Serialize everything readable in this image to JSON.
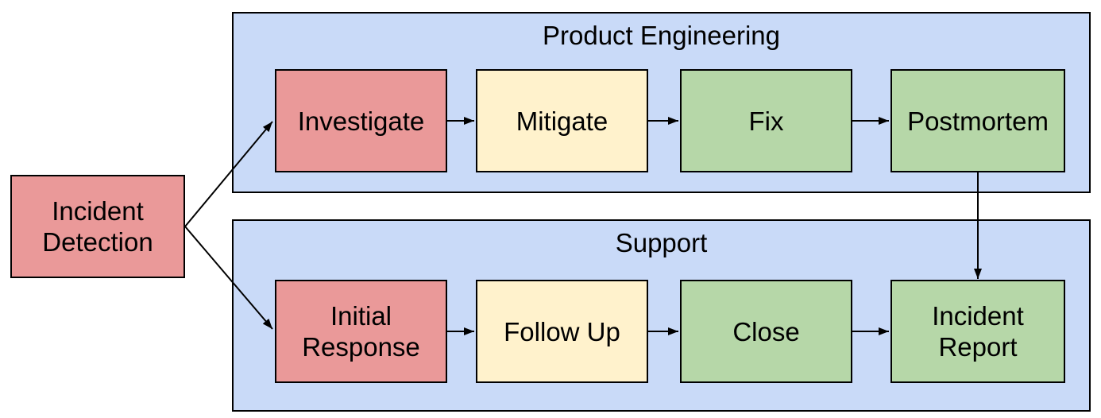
{
  "diagram": {
    "start": {
      "label": "Incident Detection",
      "color": "red"
    },
    "lanes": [
      {
        "title": "Product Engineering",
        "boxes": [
          {
            "label": "Investigate",
            "color": "red"
          },
          {
            "label": "Mitigate",
            "color": "yellow"
          },
          {
            "label": "Fix",
            "color": "green"
          },
          {
            "label": "Postmortem",
            "color": "green"
          }
        ]
      },
      {
        "title": "Support",
        "boxes": [
          {
            "label": "Initial Response",
            "color": "red"
          },
          {
            "label": "Follow Up",
            "color": "yellow"
          },
          {
            "label": "Close",
            "color": "green"
          },
          {
            "label": "Incident Report",
            "color": "green"
          }
        ]
      }
    ],
    "edges": [
      {
        "from": "Incident Detection",
        "to": "Investigate"
      },
      {
        "from": "Incident Detection",
        "to": "Initial Response"
      },
      {
        "from": "Investigate",
        "to": "Mitigate"
      },
      {
        "from": "Mitigate",
        "to": "Fix"
      },
      {
        "from": "Fix",
        "to": "Postmortem"
      },
      {
        "from": "Postmortem",
        "to": "Incident Report"
      },
      {
        "from": "Initial Response",
        "to": "Follow Up"
      },
      {
        "from": "Follow Up",
        "to": "Close"
      },
      {
        "from": "Close",
        "to": "Incident Report"
      }
    ]
  },
  "colors": {
    "red": "#EA9999",
    "yellow": "#FFF2CC",
    "green": "#B6D7A8",
    "lane": "#C9DAF8",
    "border": "#000000",
    "text": "#000000",
    "background": "#FFFFFF"
  }
}
